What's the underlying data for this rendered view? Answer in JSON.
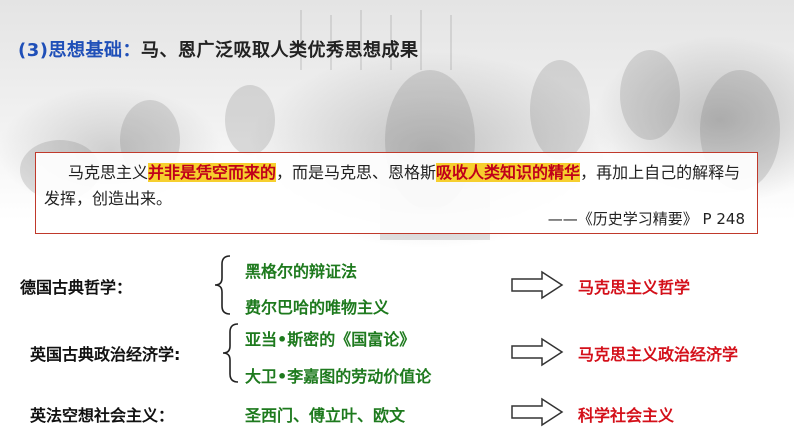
{
  "title": {
    "prefix": "(3)思想基础：",
    "text": "马、恩广泛吸取人类优秀思想成果"
  },
  "quote": {
    "part1": "马克思主义",
    "highlight1": "并非是凭空而来的",
    "part2": "，而是马克思、恩格斯",
    "highlight2": "吸收人类知识的精华",
    "part3": "，再加上自己的解释与发挥，创造出来。",
    "source": "——《历史学习精要》 P 248"
  },
  "rows": [
    {
      "label": "德国古典哲学：",
      "items": [
        "黑格尔的辩证法",
        "费尔巴哈的唯物主义"
      ],
      "result": "马克思主义哲学"
    },
    {
      "label": "英国古典政治经济学:",
      "items": [
        "亚当•斯密的《国富论》",
        "大卫•李嘉图的劳动价值论"
      ],
      "result": "马克思主义政治经济学"
    },
    {
      "label": "英法空想社会主义：",
      "items": [
        "圣西门、傅立叶、欧文"
      ],
      "result": "科学社会主义"
    }
  ],
  "colors": {
    "title_prefix": "#1f4fb8",
    "highlight_bg": "#f6cf2e",
    "highlight_text": "#c0001a",
    "item_text": "#1e7a1e",
    "result_text": "#d4101a",
    "box_border": "#c0392b"
  },
  "icons": [
    "brace-icon",
    "arrow-right-icon"
  ]
}
